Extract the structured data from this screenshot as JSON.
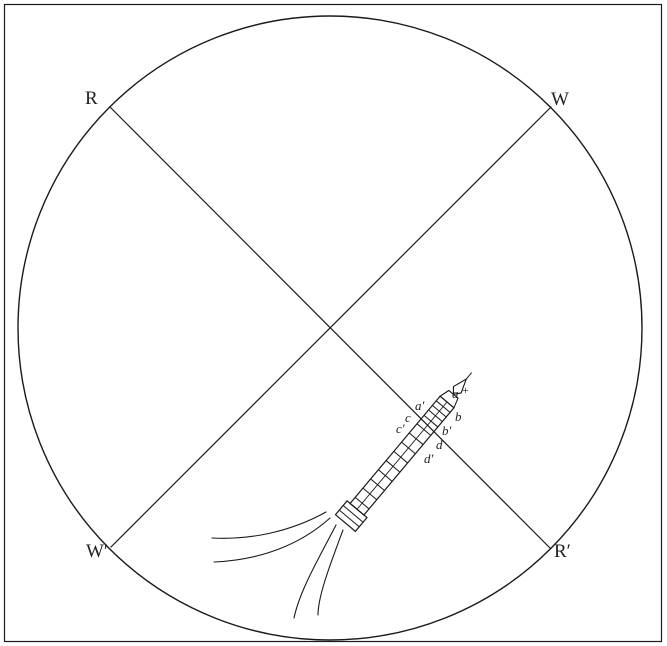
{
  "labels": {
    "R": "R",
    "W": "W",
    "W_prime": "W′",
    "R_prime": "R′",
    "a": "a",
    "a_prime": "a′",
    "b": "b",
    "b_prime": "b′",
    "c": "c",
    "c_prime": "c′",
    "d": "d",
    "d_prime": "d′",
    "plus": "+"
  },
  "colors": {
    "ink": "#1a1a1a",
    "background": "#ffffff"
  }
}
